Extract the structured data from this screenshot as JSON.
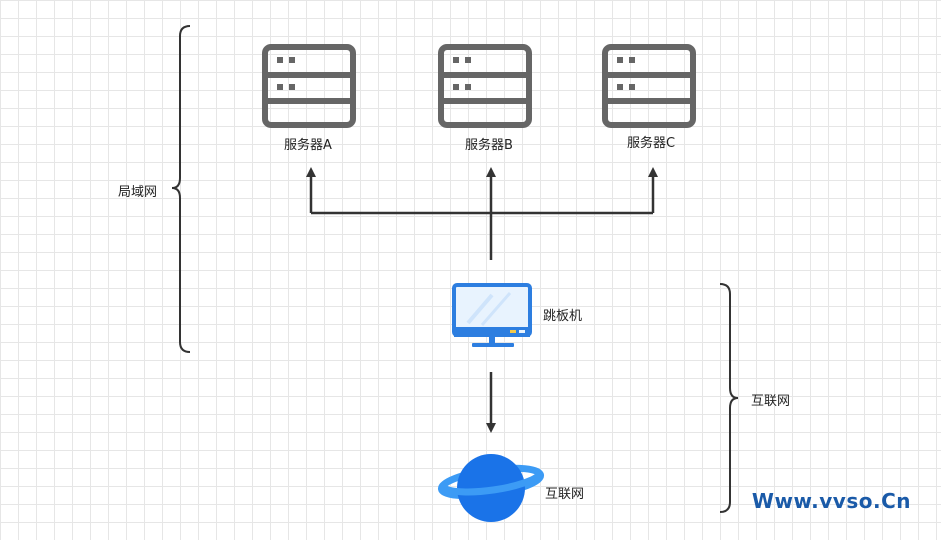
{
  "servers": [
    {
      "label": "服务器A"
    },
    {
      "label": "服务器B"
    },
    {
      "label": "服务器C"
    }
  ],
  "lan_label": "局域网",
  "jump_host_label": "跳板机",
  "internet_brace_label": "互联网",
  "internet_node_label": "互联网",
  "watermark": "Www.vvso.Cn",
  "colors": {
    "server_gray": "#666666",
    "arrow": "#333333",
    "monitor_blue": "#2d7ee0",
    "screen_light": "#e8f3fe",
    "planet": "#1a73e8",
    "ring": "#3c9bf5",
    "watermark": "#1a5aa8"
  },
  "icons": [
    "server-icon",
    "monitor-icon",
    "planet-icon"
  ]
}
